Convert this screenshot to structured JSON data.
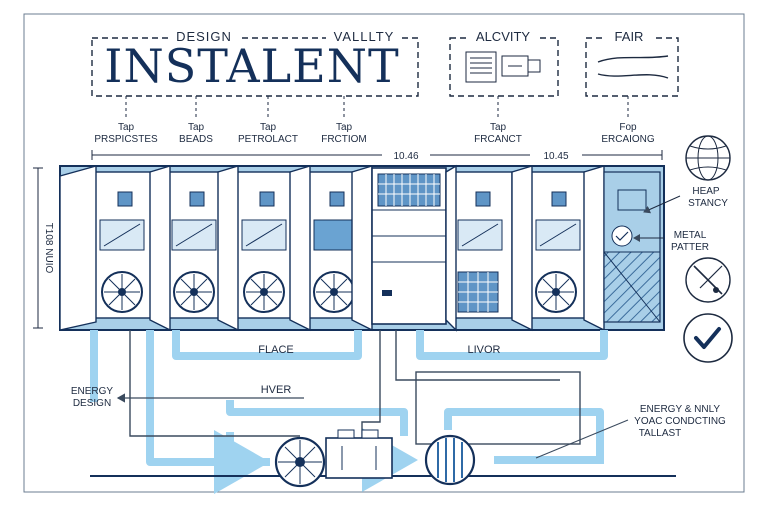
{
  "colors": {
    "navy": "#14305a",
    "panel_blue": "#a9cfe8",
    "deep_blue": "#5f95c6",
    "pipe_blue": "#9fd3f0",
    "ink": "#1d2a40",
    "paper": "#ffffff"
  },
  "header": {
    "design_label": "DESIGN",
    "validity_label": "VALLLTY",
    "brand_title": "INSTALENT",
    "activity_label": "ALCVITY",
    "fair_label": "FAIR"
  },
  "columns": [
    {
      "label_top": "Tap",
      "label_bottom": "PRSPICSTES"
    },
    {
      "label_top": "Tap",
      "label_bottom": "BEADS"
    },
    {
      "label_top": "Tap",
      "label_bottom": "PETROLACT"
    },
    {
      "label_top": "Tap",
      "label_bottom": "FRCTIOM"
    },
    {
      "label_top": "Tap",
      "label_bottom": "FRCANCT"
    },
    {
      "label_top": "Fop",
      "label_bottom": "ERCAIONG"
    }
  ],
  "dimensions": {
    "center_left": "10.46",
    "center_right": "10.45",
    "vertical": "T108 NUIO"
  },
  "side_callouts": {
    "heap_top": "HEAP",
    "heap_bottom": "STANCY",
    "metal_top": "METAL",
    "metal_bottom": "PATTER"
  },
  "flow_labels": {
    "flace": "FLACE",
    "livor": "LIVOR",
    "hver": "HVER",
    "energy_design_1": "ENERGY",
    "energy_design_2": "DESIGN",
    "energy_nnly_1": "ENERGY & NNLY",
    "energy_nnly_2": "YOAC CONDCTING",
    "energy_nnly_3": "TALLAST"
  },
  "icons": {
    "globe": "globe-icon",
    "checkmark": "checkmark-icon",
    "fan": "fan-icon",
    "compressor": "compressor-icon",
    "hvac_unit": "hvac-unit-icon",
    "cable": "cable-icon",
    "nail": "nail-icon"
  }
}
